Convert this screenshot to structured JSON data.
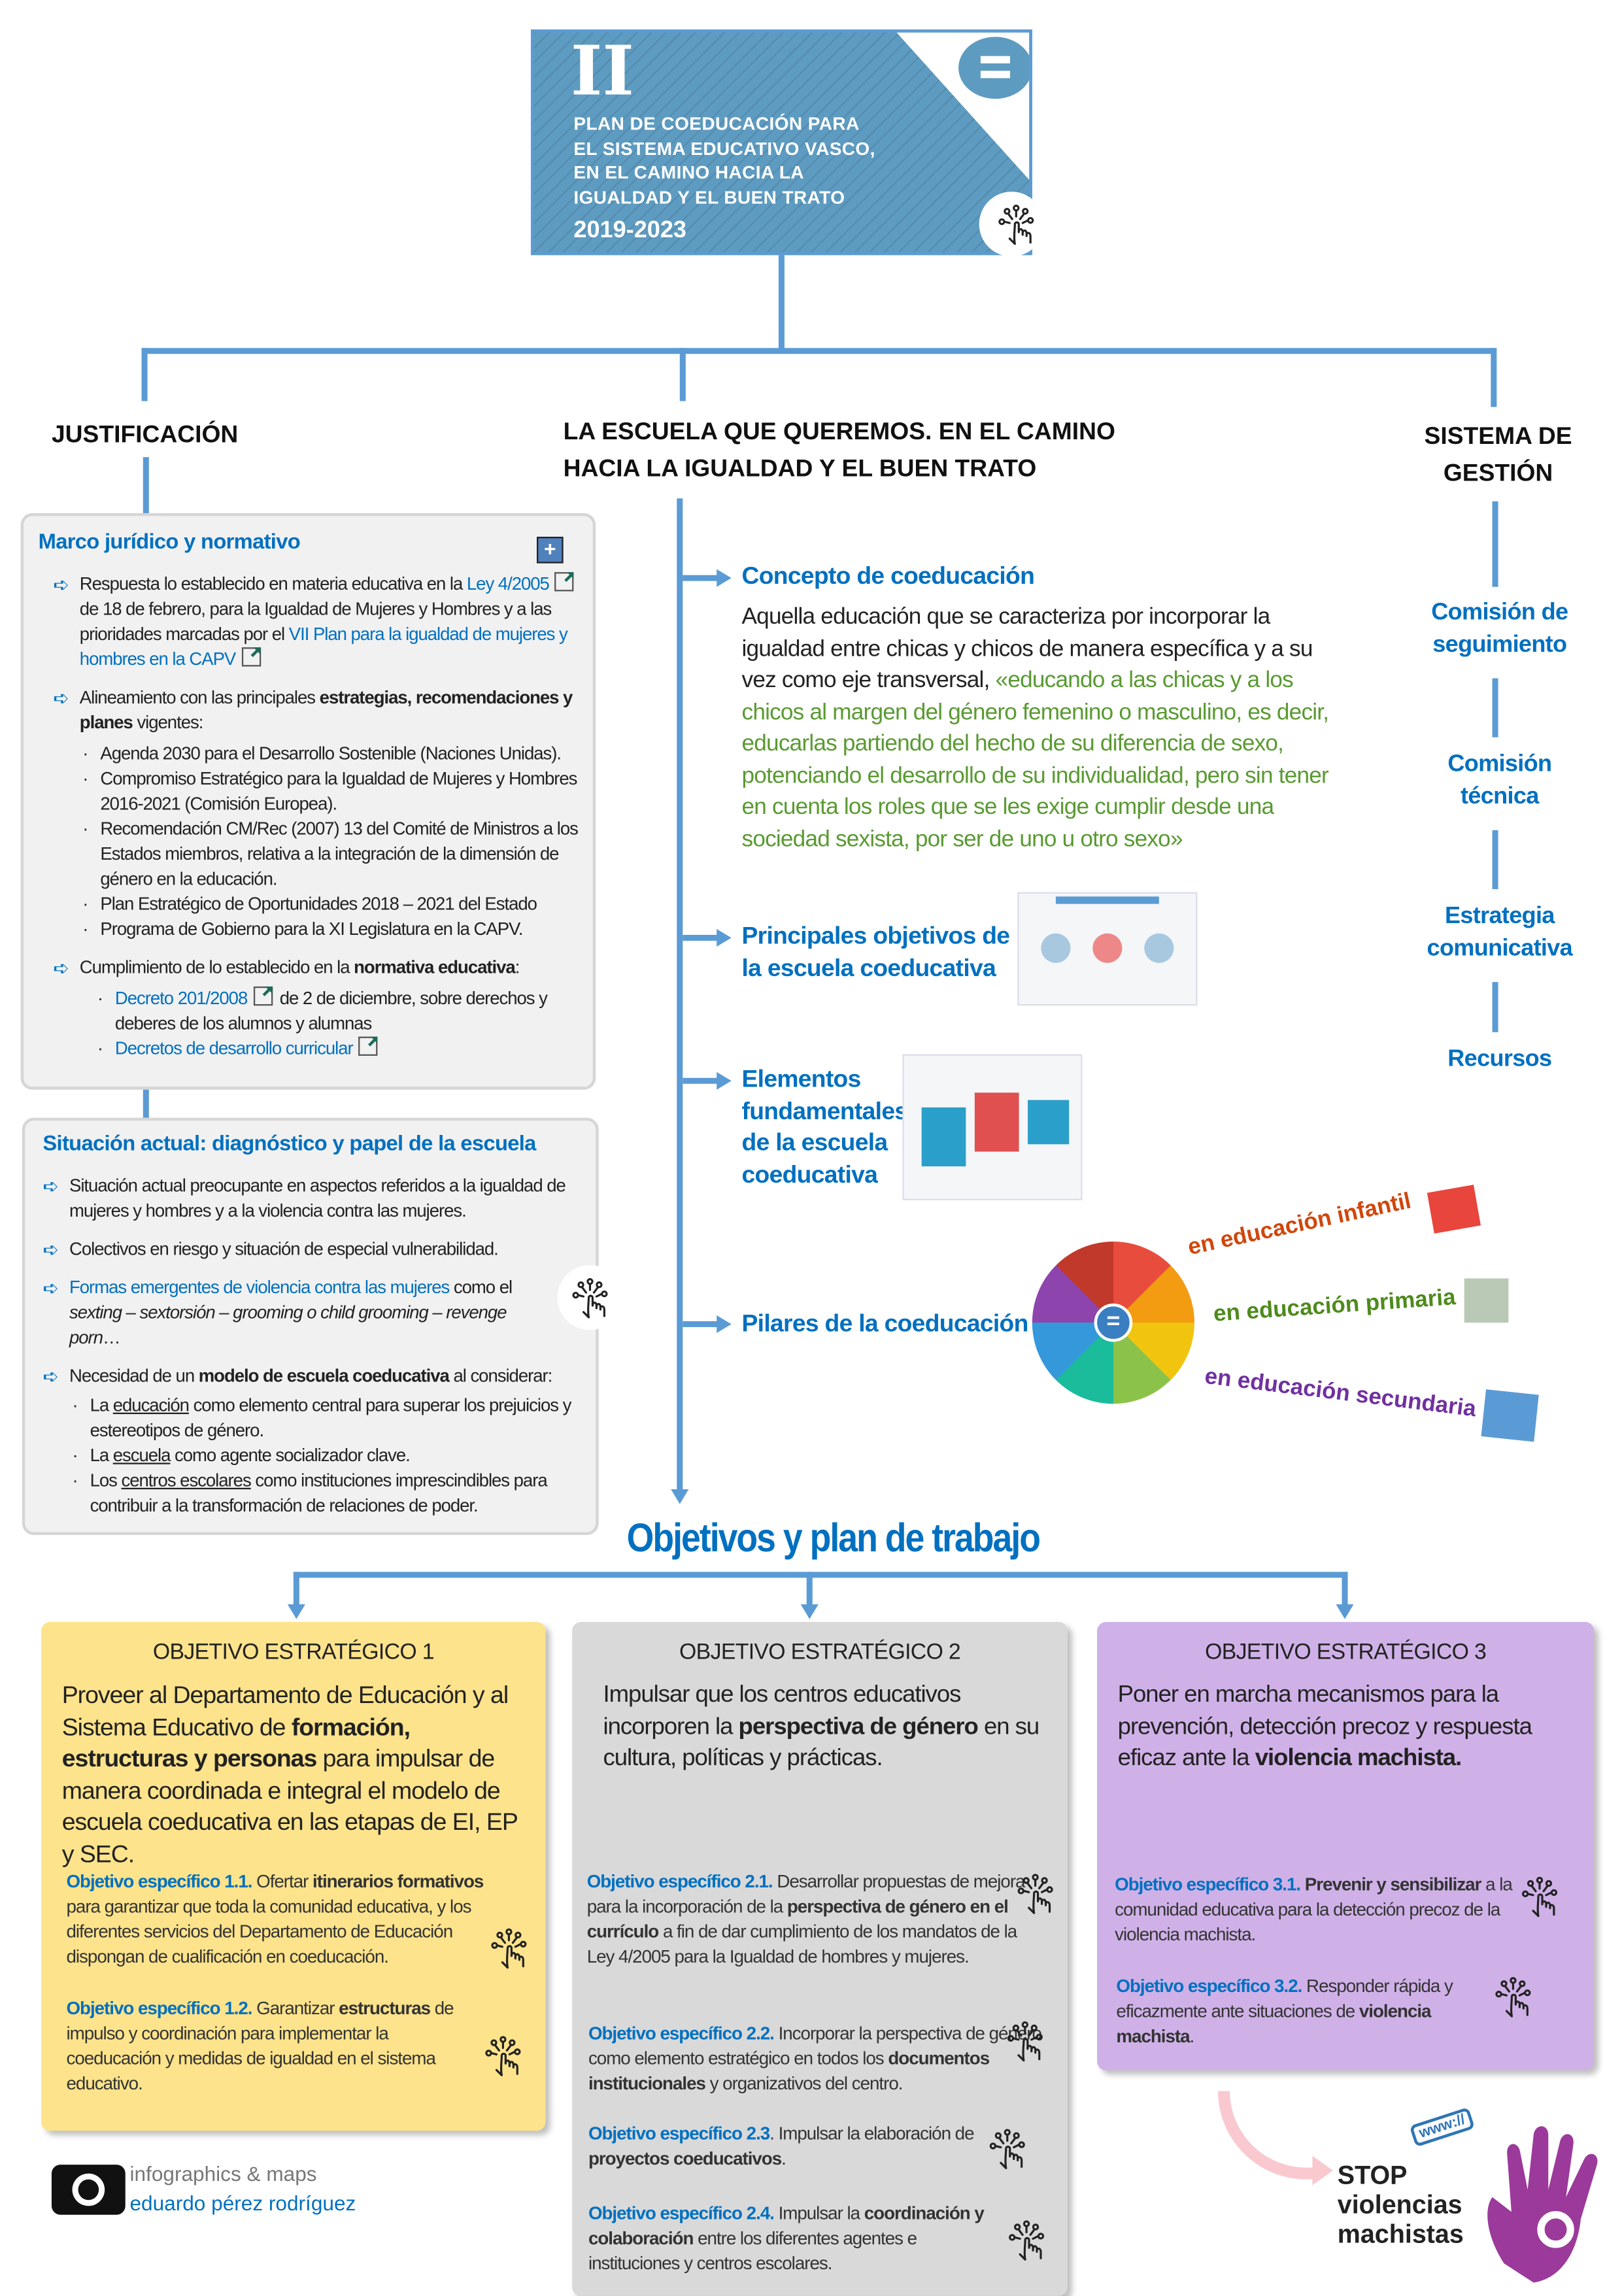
{
  "header": {
    "roman": "II",
    "title_lines": [
      "PLAN DE COEDUCACIÓN PARA",
      "EL SISTEMA EDUCATIVO VASCO,",
      "EN EL CAMINO HACIA LA",
      "IGUALDAD Y EL BUEN TRATO"
    ],
    "years": "2019-2023",
    "icon": "equals-icon"
  },
  "sections": {
    "left": "JUSTIFICACIÓN",
    "center_lines": [
      "LA ESCUELA QUE QUEREMOS. EN EL CAMINO",
      "HACIA LA IGUALDAD Y EL BUEN TRATO"
    ],
    "right_lines": [
      "SISTEMA DE",
      "GESTIÓN"
    ]
  },
  "marco": {
    "title": "Marco jurídico y normativo",
    "items": [
      [
        {
          "t": "Respuesta lo establecido en materia educativa en la "
        },
        {
          "t": "Ley 4/2005",
          "c": "lk"
        },
        {
          "t": "",
          "c": "ext"
        },
        {
          "t": " de 18 de febrero, para la Igualdad de Mujeres y Hombres y a las prioridades marcadas por el "
        },
        {
          "t": "VII Plan para la igualdad de mujeres y hombres en la CAPV",
          "c": "lk"
        },
        {
          "t": "",
          "c": "ext"
        }
      ],
      [
        {
          "t": "Alineamiento con las principales "
        },
        {
          "t": "estrategias, recomendaciones y planes",
          "c": "b"
        },
        {
          "t": " vigentes:"
        }
      ]
    ],
    "sub_items": [
      "Agenda 2030 para el Desarrollo Sostenible (Naciones Unidas).",
      "Compromiso Estratégico para la Igualdad de Mujeres y Hombres 2016-2021 (Comisión Europea).",
      "Recomendación CM/Rec (2007) 13 del Comité de Ministros a los Estados miembros, relativa a la integración de la dimensión de género en la educación.",
      "Plan Estratégico de Oportunidades 2018 – 2021 del Estado",
      "Programa de Gobierno para la XI Legislatura en la CAPV."
    ],
    "item3": [
      {
        "t": "Cumplimiento de lo establecido en la "
      },
      {
        "t": "normativa educativa",
        "c": "b"
      },
      {
        "t": ":"
      }
    ],
    "sub_items2": [
      [
        {
          "t": "Decreto 201/2008",
          "c": "lk"
        },
        {
          "t": "",
          "c": "ext"
        },
        {
          "t": " de 2 de diciembre, sobre derechos y deberes de los alumnos y alumnas"
        }
      ],
      [
        {
          "t": "Decretos de desarrollo curricular",
          "c": "lk"
        },
        {
          "t": "",
          "c": "ext"
        }
      ]
    ]
  },
  "situacion": {
    "title": "Situación actual: diagnóstico y papel de la escuela",
    "items": [
      [
        {
          "t": "Situación actual preocupante en aspectos referidos a la igualdad de mujeres y hombres y a la violencia contra las mujeres."
        }
      ],
      [
        {
          "t": "Colectivos en riesgo y situación de especial vulnerabilidad."
        }
      ],
      [
        {
          "t": "Formas emergentes de violencia contra las mujeres",
          "c": "lk"
        },
        {
          "t": " como el "
        },
        {
          "t": "sexting – sextorsión – grooming o child grooming – revenge porn",
          "c": "i"
        },
        {
          "t": "…"
        }
      ],
      [
        {
          "t": "Necesidad de un "
        },
        {
          "t": "modelo de escuela coeducativa",
          "c": "b"
        },
        {
          "t": " al considerar:"
        }
      ]
    ],
    "sub_items": [
      [
        {
          "t": "La "
        },
        {
          "t": "educación",
          "c": "u"
        },
        {
          "t": " como elemento central para superar los prejuicios y estereotipos de género."
        }
      ],
      [
        {
          "t": "La "
        },
        {
          "t": "escuela",
          "c": "u"
        },
        {
          "t": " como agente socializador clave."
        }
      ],
      [
        {
          "t": "Los "
        },
        {
          "t": "centros escolares",
          "c": "u"
        },
        {
          "t": " como instituciones imprescindibles para contribuir a la transformación de relaciones de poder."
        }
      ]
    ]
  },
  "center": {
    "concepto_title": "Concepto de coeducación",
    "concepto_text": [
      {
        "t": "Aquella educación que se caracteriza por incorporar la igualdad entre chicas y chicos de manera específica y a su vez como eje transversal, "
      },
      {
        "t": "«educando a las chicas y a los chicos al margen del género femenino o masculino, es decir, educarlas partiendo del hecho de su diferencia de sexo, potenciando el desarrollo de su individualidad, pero sin tener en cuenta los roles que se les exige cumplir desde una sociedad sexista, por ser de uno u otro sexo»",
        "c": "g"
      }
    ],
    "principales": "Principales objetivos de la escuela coeducativa",
    "elementos": "Elementos fundamentales de la escuela coeducativa",
    "pilares": "Pilares de la coeducación",
    "pilares_links": [
      "en educación infantil",
      "en educación primaria",
      "en educación secundaria"
    ]
  },
  "gestion": [
    "Comisión de seguimiento",
    "Comisión técnica",
    "Estrategia comunicativa",
    "Recursos"
  ],
  "objetivos_title": "Objetivos y plan de trabajo",
  "objetivos": [
    {
      "head": "OBJETIVO ESTRATÉGICO 1",
      "main": [
        {
          "t": "Proveer al Departamento de Educación y al Sistema Educativo de "
        },
        {
          "t": "formación, estructuras y personas",
          "c": "b"
        },
        {
          "t": " para impulsar de manera coordinada e integral el modelo de escuela coeducativa en las etapas de EI, EP y SEC."
        }
      ],
      "specs": [
        [
          {
            "t": "Objetivo específico 1.1.",
            "c": "lbl"
          },
          {
            "t": " Ofertar "
          },
          {
            "t": "itinerarios formativos",
            "c": "b"
          },
          {
            "t": " para garantizar que toda la comunidad educativa, y los diferentes servicios del Departamento de Educación dispongan de cualificación en coeducación."
          }
        ],
        [
          {
            "t": "Objetivo específico 1.2.",
            "c": "lbl"
          },
          {
            "t": " Garantizar "
          },
          {
            "t": "estructuras",
            "c": "b"
          },
          {
            "t": " de impulso y coordinación para implementar la coeducación y medidas de igualdad en el sistema educativo."
          }
        ]
      ]
    },
    {
      "head": "OBJETIVO ESTRATÉGICO 2",
      "main": [
        {
          "t": "Impulsar que los centros educativos incorporen la "
        },
        {
          "t": "perspectiva de género",
          "c": "b"
        },
        {
          "t": " en su cultura, políticas y prácticas."
        }
      ],
      "specs": [
        [
          {
            "t": "Objetivo específico 2.1.",
            "c": "lbl"
          },
          {
            "t": " Desarrollar propuestas de mejora para la incorporación de la "
          },
          {
            "t": "perspectiva de género en el currículo",
            "c": "b"
          },
          {
            "t": " a fin de dar cumplimiento de los mandatos de la Ley 4/2005 para la Igualdad de hombres y mujeres."
          }
        ],
        [
          {
            "t": "Objetivo específico 2.2.",
            "c": "lbl"
          },
          {
            "t": " Incorporar la perspectiva de género como elemento estratégico en todos los "
          },
          {
            "t": "documentos institucionales",
            "c": "b"
          },
          {
            "t": " y organizativos del centro."
          }
        ],
        [
          {
            "t": "Objetivo específico 2.3",
            "c": "lbl"
          },
          {
            "t": ". Impulsar la elaboración de "
          },
          {
            "t": "proyectos coeducativos",
            "c": "b"
          },
          {
            "t": "."
          }
        ],
        [
          {
            "t": "Objetivo específico 2.4.",
            "c": "lbl"
          },
          {
            "t": " Impulsar la "
          },
          {
            "t": "coordinación y colaboración",
            "c": "b"
          },
          {
            "t": " entre los diferentes agentes e instituciones y centros escolares."
          }
        ]
      ]
    },
    {
      "head": "OBJETIVO ESTRATÉGICO 3",
      "main": [
        {
          "t": "Poner en marcha mecanismos para la prevención, detección precoz y respuesta eficaz ante la "
        },
        {
          "t": "violencia machista.",
          "c": "b"
        }
      ],
      "specs": [
        [
          {
            "t": "Objetivo específico 3.1.",
            "c": "lbl"
          },
          {
            "t": " "
          },
          {
            "t": "Prevenir y sensibilizar",
            "c": "b"
          },
          {
            "t": " a la comunidad educativa para la detección precoz de la violencia machista."
          }
        ],
        [
          {
            "t": "Objetivo específico 3.2.",
            "c": "lbl"
          },
          {
            "t": " Responder rápida y eficazmente ante situaciones de "
          },
          {
            "t": "violencia machista",
            "c": "b"
          },
          {
            "t": "."
          }
        ]
      ]
    }
  ],
  "credits": {
    "line1": "infographics & maps",
    "line2": "eduardo pérez rodríguez"
  },
  "stop": {
    "www": "www://",
    "lines": [
      "STOP",
      "violencias",
      "machistas"
    ]
  },
  "colors": {
    "line": "#5b9bd5",
    "heading": "#0070c0",
    "green": "#5a9a32",
    "yellow": "#fde38b",
    "gray": "#d9d9d9",
    "purple": "#cfb1e8",
    "infantil": "#d0460b",
    "primaria": "#4e8a1d",
    "secundaria": "#7030a0"
  }
}
